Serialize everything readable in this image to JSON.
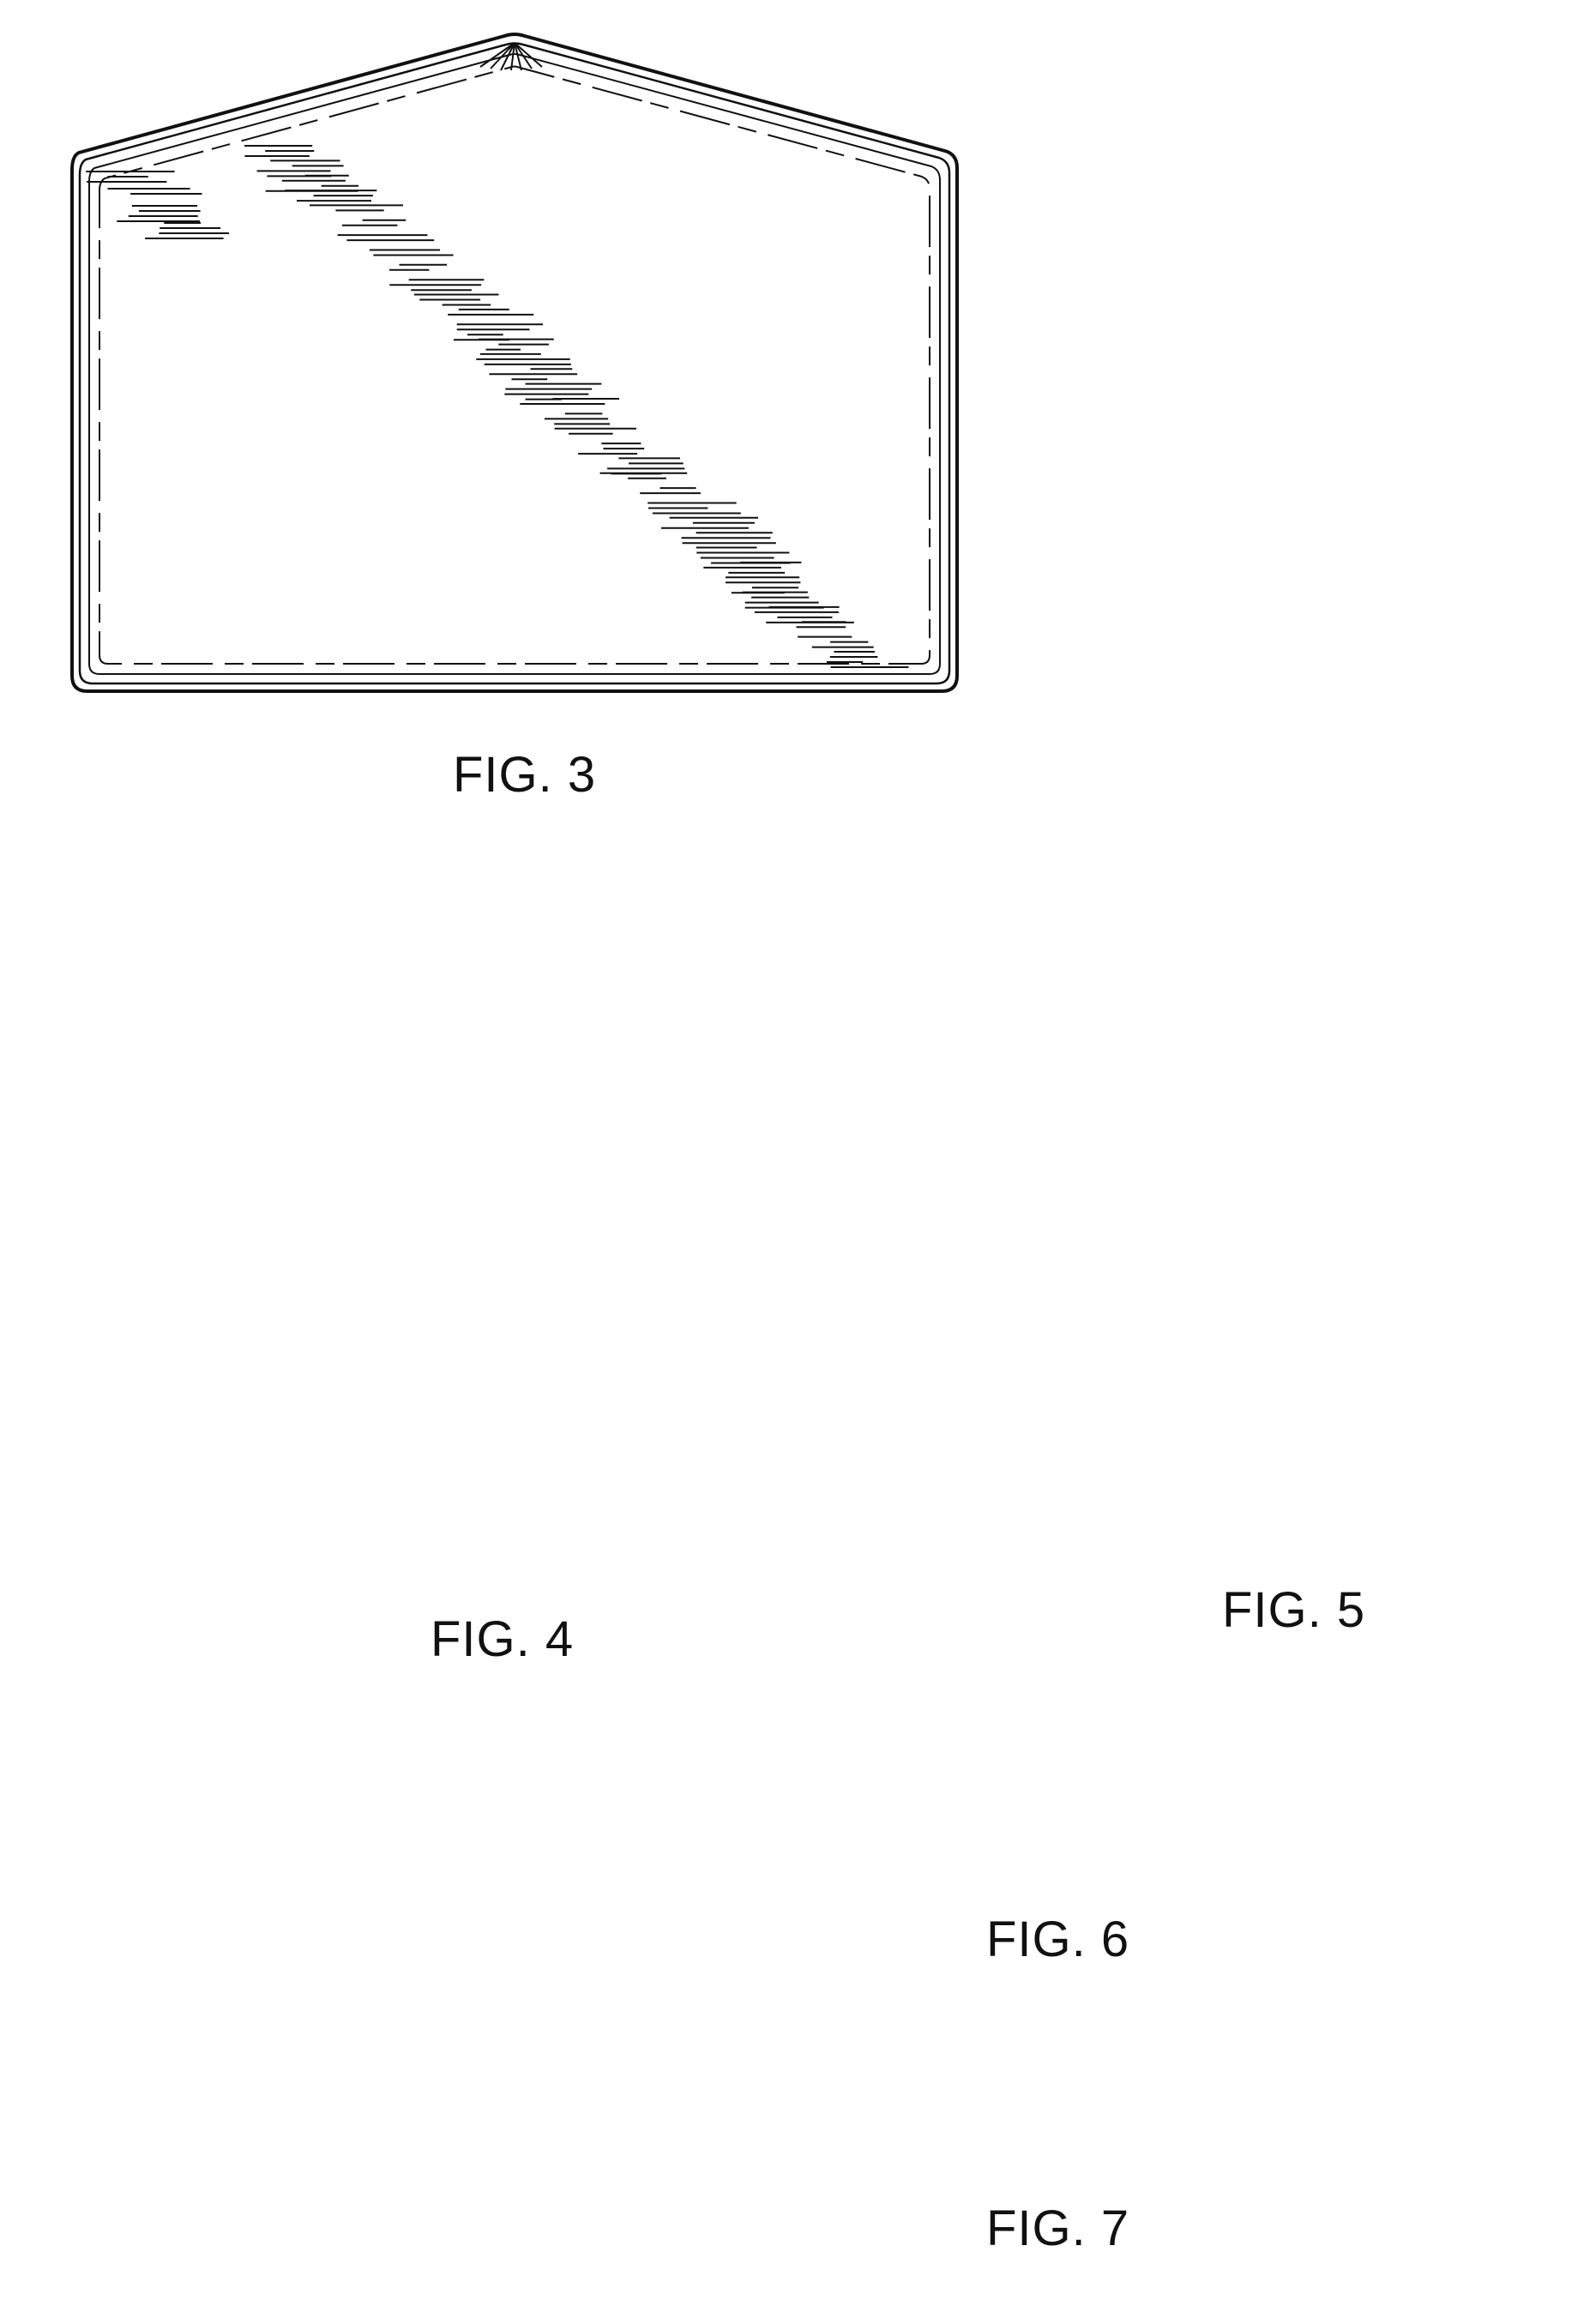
{
  "figures": [
    {
      "id": "fig3",
      "label": "FIG. 3"
    },
    {
      "id": "fig4",
      "label": "FIG. 4"
    },
    {
      "id": "fig5",
      "label": "FIG. 5"
    },
    {
      "id": "fig6",
      "label": "FIG. 6"
    },
    {
      "id": "fig7",
      "label": "FIG. 7"
    }
  ]
}
